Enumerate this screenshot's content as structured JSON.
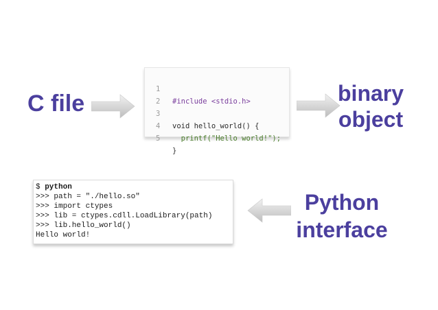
{
  "labels": {
    "c_file": "C file",
    "binary_object": [
      "binary",
      "object"
    ],
    "python_interface": [
      "Python",
      "interface"
    ]
  },
  "c_code": {
    "lines": [
      {
        "number": "1",
        "text": "#include <stdio.h>"
      },
      {
        "number": "2",
        "text": ""
      },
      {
        "number": "3",
        "text": "void hello_world() {"
      },
      {
        "number": "4",
        "text": "  printf(\"Hello world!\");"
      },
      {
        "number": "5",
        "text": "}"
      }
    ]
  },
  "terminal": {
    "prompt": "$ ",
    "command": "python",
    "lines": [
      ">>> path = \"./hello.so\"",
      ">>> import ctypes",
      ">>> lib = ctypes.cdll.LoadLibrary(path)",
      ">>> lib.hello_world()",
      "Hello world!"
    ]
  },
  "colors": {
    "label": "#4b3f9e",
    "arrow_light": "#e2e2e2",
    "arrow_dark": "#b9b9b9"
  }
}
